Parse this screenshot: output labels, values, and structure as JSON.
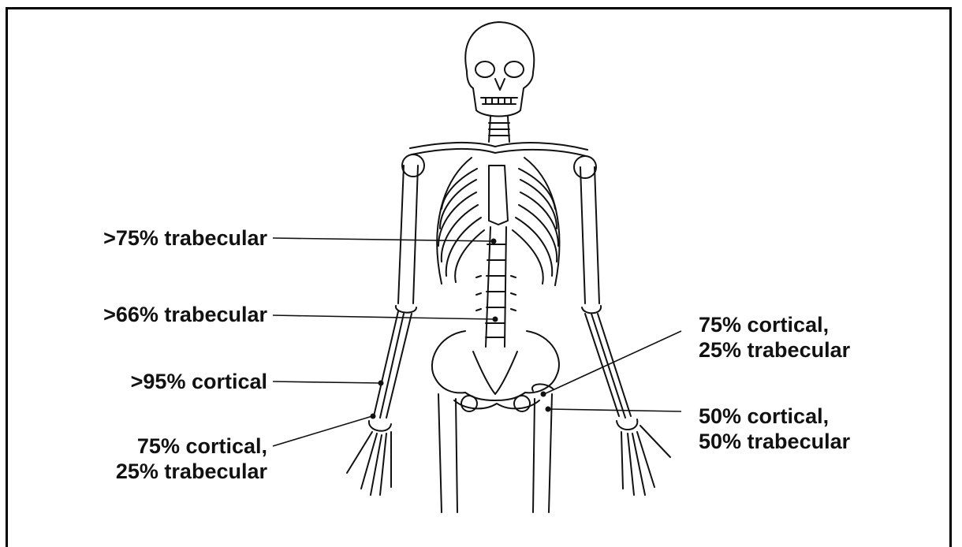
{
  "labels": {
    "lumbar_upper": ">75% trabecular",
    "lumbar_lower": ">66% trabecular",
    "forearm_mid": ">95% cortical",
    "forearm_distal": {
      "line1": "75% cortical,",
      "line2": "25% trabecular"
    },
    "femoral_neck": {
      "line1": "75% cortical,",
      "line2": "25% trabecular"
    },
    "trochanter": {
      "line1": "50% cortical,",
      "line2": "50% trabecular"
    }
  },
  "colors": {
    "ink": "#111111",
    "background": "#ffffff",
    "frame": "#000000"
  }
}
